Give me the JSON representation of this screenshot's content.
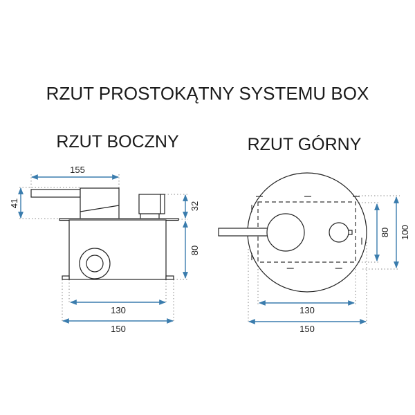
{
  "title": "RZUT PROSTOKĄTNY SYSTEMU BOX",
  "side_view": {
    "label": "RZUT BOCZNY",
    "dims": {
      "length": "155",
      "handle_height": "41",
      "knob_height": "32",
      "box_height": "80",
      "box_width": "130",
      "total_width": "150"
    }
  },
  "top_view": {
    "label": "RZUT GÓRNY",
    "dims": {
      "inner_height": "80",
      "outer_height": "100",
      "box_width": "130",
      "total_width": "150"
    }
  },
  "colors": {
    "dimension": "#3a7cad",
    "outline": "#222222"
  }
}
